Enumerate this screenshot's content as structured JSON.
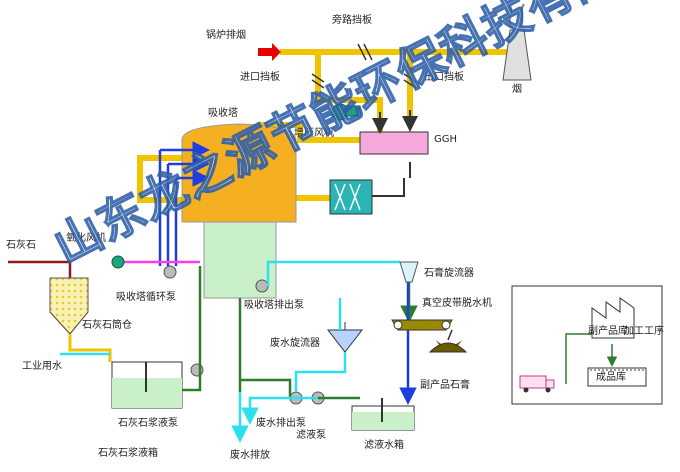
{
  "labels": {
    "boiler_flue_gas": "锅炉排烟",
    "bypass_damper": "旁路挡板",
    "inlet_damper": "进口挡板",
    "outlet_damper": "出口挡板",
    "chimney": "烟",
    "booster_fan": "增压风机",
    "ggh": "GGH",
    "absorber": "吸收塔",
    "oxidation_fan": "氧化风机",
    "limestone": "石灰石",
    "limestone_silo": "石灰石筒仓",
    "absorber_circulation_pump": "吸收塔循环泵",
    "absorber_discharge_pump": "吸收塔排出泵",
    "process_water": "工业用水",
    "limestone_slurry_pump": "石灰石浆液泵",
    "limestone_slurry_tank": "石灰石浆液箱",
    "gypsum_cyclone": "石膏旋流器",
    "vacuum_belt_filter": "真空皮带脱水机",
    "waste_water_cyclone": "废水旋流器",
    "byproduct_gypsum_store": "副产品石膏",
    "waste_water_pump": "废水排出泵",
    "filtrate_pump": "滤液泵",
    "filtrate_tank": "滤液水箱",
    "waste_water_discharge": "废水排放",
    "byproduct_storage": "副产品库",
    "processing": "加工工序",
    "misc": "成品库"
  },
  "watermark": "山东龙之源节能环保科技有限公司",
  "colors": {
    "flue_gas": "#f2c400",
    "slurry": "#1f3ee0",
    "water": "#2ee0ee",
    "gypsum": "#2e7d2e",
    "limestone_line": "#8b1a1a",
    "oxidation_air": "#ff3cf0",
    "inlet_arrow": "#e60000",
    "absorber_top": "#f5b021",
    "absorber_bottom": "#c9f0c9",
    "ggh": "#f6a9dc"
  },
  "icons": [
    "inlet-arrow-icon",
    "damper-icon",
    "fan-icon",
    "pump-icon",
    "chimney-icon",
    "factory-icon",
    "truck-icon"
  ]
}
